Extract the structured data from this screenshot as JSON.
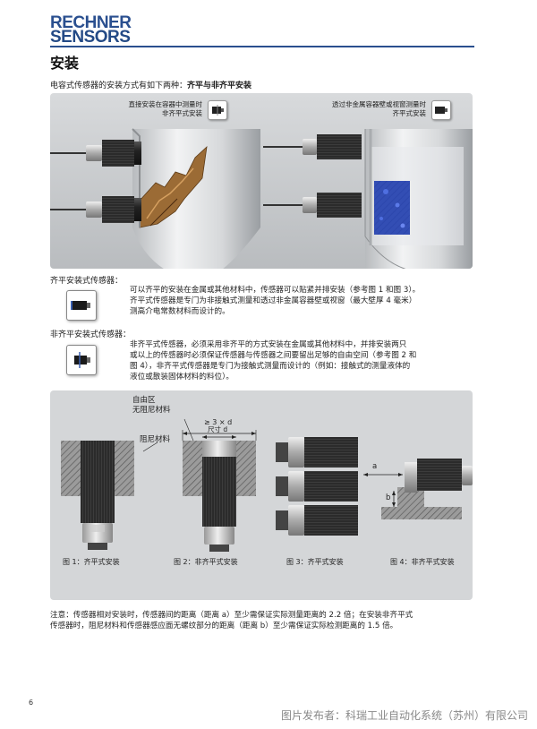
{
  "header": {
    "logo_line1": "RECHNER",
    "logo_line2": "SENSORS",
    "title": "安装"
  },
  "intro": {
    "text": "电容式传感器的安装方式有如下两种：",
    "bold": "齐平与非齐平安装"
  },
  "top_figure": {
    "left_caption_line1": "直接安装在容器中测量时",
    "left_caption_line2": "非齐平式安装",
    "right_caption_line1": "透过非金属容器壁或视窗测量时",
    "right_caption_line2": "齐平式安装",
    "left_icon": "non-flush-sensor-icon",
    "right_icon": "flush-sensor-icon"
  },
  "flush": {
    "label": "齐平安装式传感器：",
    "line1": "可以齐平的安装在金属或其他材料中，传感器可以贴紧并排安装（参考图 1 和图 3）。",
    "line2": "齐平式传感器是专门为非接触式测量和透过非金属容器壁或视窗（最大壁厚 4 毫米）",
    "line3": "测高介电常数材料而设计的。",
    "icon": "flush-sensor-icon"
  },
  "nonflush": {
    "label": "非齐平安装式传感器：",
    "line1": "非齐平式传感器，必须采用非齐平的方式安装在金属或其他材料中，并排安装两只",
    "line2": "或以上的传感器时必须保证传感器与传感器之间要留出足够的自由空间（参考图 2 和",
    "line3": "图 4），非齐平式传感器是专门为接触式测量而设计的（例如：接触式的测量液体的",
    "line4": "液位或散装固体材料的料位）。",
    "icon": "non-flush-sensor-icon"
  },
  "bottom_figure": {
    "free_zone_line1": "自由区",
    "free_zone_line2": "无阻尼材料",
    "damping": "阻尼材料",
    "dim_3xd": "≥ 3 × d",
    "dim_d": "尺寸 d",
    "dim_a": "a",
    "dim_b": "b",
    "fig1": "图 1：齐平式安装",
    "fig2": "图 2：非齐平式安装",
    "fig3": "图 3：齐平式安装",
    "fig4": "图 4：非齐平式安装"
  },
  "note": {
    "line1": "注意：传感器相对安装时，传感器间的距离（距离 a）至少需保证实际测量距离的 2.2 倍；在安装非齐平式",
    "line2": "传感器时，阻尼材料和传感器感应面无螺纹部分的距离（距离 b）至少需保证实际检测距离的 1.5 倍。"
  },
  "footer": {
    "page_number": "6",
    "publisher": "图片发布者：科瑞工业自动化系统（苏州）有限公司"
  }
}
